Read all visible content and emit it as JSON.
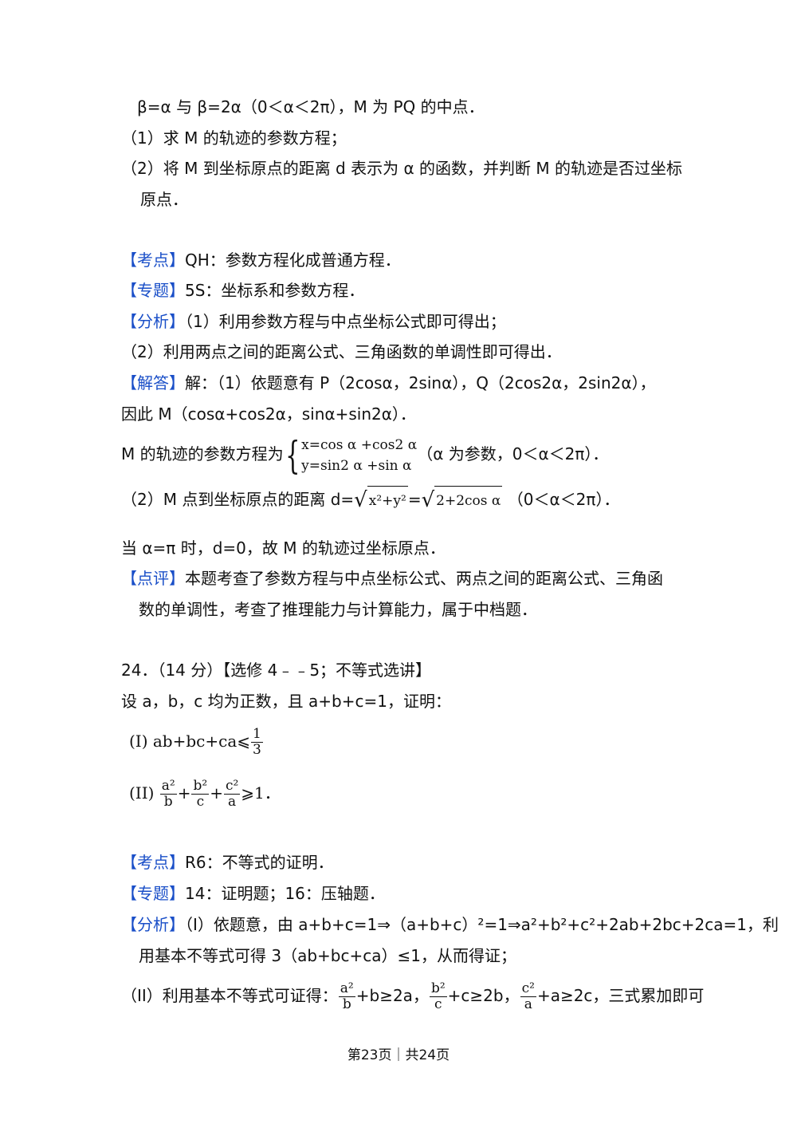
{
  "problem23": {
    "condition_tail": "β=α 与 β=2α（0＜α＜2π），M 为 PQ 的中点．",
    "q1": "（1）求 M 的轨迹的参数方程；",
    "q2_a": "（2）将 M 到坐标原点的距离 d 表示为 α 的函数，并判断 M 的轨迹是否过坐标",
    "q2_b": "原点．"
  },
  "solution23": {
    "kaodian_tag": "【考点】",
    "kaodian": "QH：参数方程化成普通方程．",
    "zhuanti_tag": "【专题】",
    "zhuanti": "5S：坐标系和参数方程．",
    "fenxi_tag": "【分析】",
    "fenxi1": "（1）利用参数方程与中点坐标公式即可得出；",
    "fenxi2": "（2）利用两点之间的距离公式、三角函数的单调性即可得出．",
    "jieda_tag": "【解答】",
    "jieda1": "解：（1）依题意有 P（2cosα，2sinα），Q（2cos2α，2sin2α），",
    "jieda2": "因此 M（cosα+cos2α，sinα+sin2α）．",
    "jieda3_pre": "M 的轨迹的参数方程为",
    "sys_x": "x=cos α +cos2 α",
    "sys_y": "y=sin2 α +sin α",
    "jieda3_post": "（α 为参数，0＜α＜2π）．",
    "jieda4_pre": "（2）M 点到坐标原点的距离 d=",
    "sqrt1": "x²+y²",
    "eq": "=",
    "sqrt2": "2+2cos α",
    "jieda4_post": "（0＜α＜2π）．",
    "jieda5": "当 α=π 时，d=0，故 M 的轨迹过坐标原点．",
    "dianping_tag": "【点评】",
    "dianping1": "本题考查了参数方程与中点坐标公式、两点之间的距离公式、三角函",
    "dianping2": "数的单调性，考查了推理能力与计算能力，属于中档题．"
  },
  "problem24": {
    "header": "24．（14 分）【选修 4﹣﹣5；不等式选讲】",
    "cond": "设 a，b，c 均为正数，且 a+b+c=1，证明：",
    "p1_label": "(I)",
    "p1_expr": "ab+bc+ca⩽",
    "p1_num": "1",
    "p1_den": "3",
    "p2_label": "(II)",
    "p2_f1_num": "a²",
    "p2_f1_den": "b",
    "p2_f2_num": "b²",
    "p2_f2_den": "c",
    "p2_f3_num": "c²",
    "p2_f3_den": "a",
    "plus": "+",
    "p2_tail": "⩾1．"
  },
  "solution24": {
    "kaodian_tag": "【考点】",
    "kaodian": "R6：不等式的证明．",
    "zhuanti_tag": "【专题】",
    "zhuanti": "14：证明题；16：压轴题．",
    "fenxi_tag": "【分析】",
    "fenxi1": "（I）依题意，由 a+b+c=1⇒（a+b+c）²=1⇒a²+b²+c²+2ab+2bc+2ca=1，利",
    "fenxi2": "用基本不等式可得 3（ab+bc+ca）≤1，从而得证；",
    "fenxi3_pre": "（II）利用基本不等式可证得：",
    "f1_num": "a²",
    "f1_den": "b",
    "f1_tail": "+b≥2a，",
    "f2_num": "b²",
    "f2_den": "c",
    "f2_tail": "+c≥2b，",
    "f3_num": "c²",
    "f3_den": "a",
    "f3_tail": "+a≥2c，三式累加即可"
  },
  "footer": "第23页｜共24页"
}
